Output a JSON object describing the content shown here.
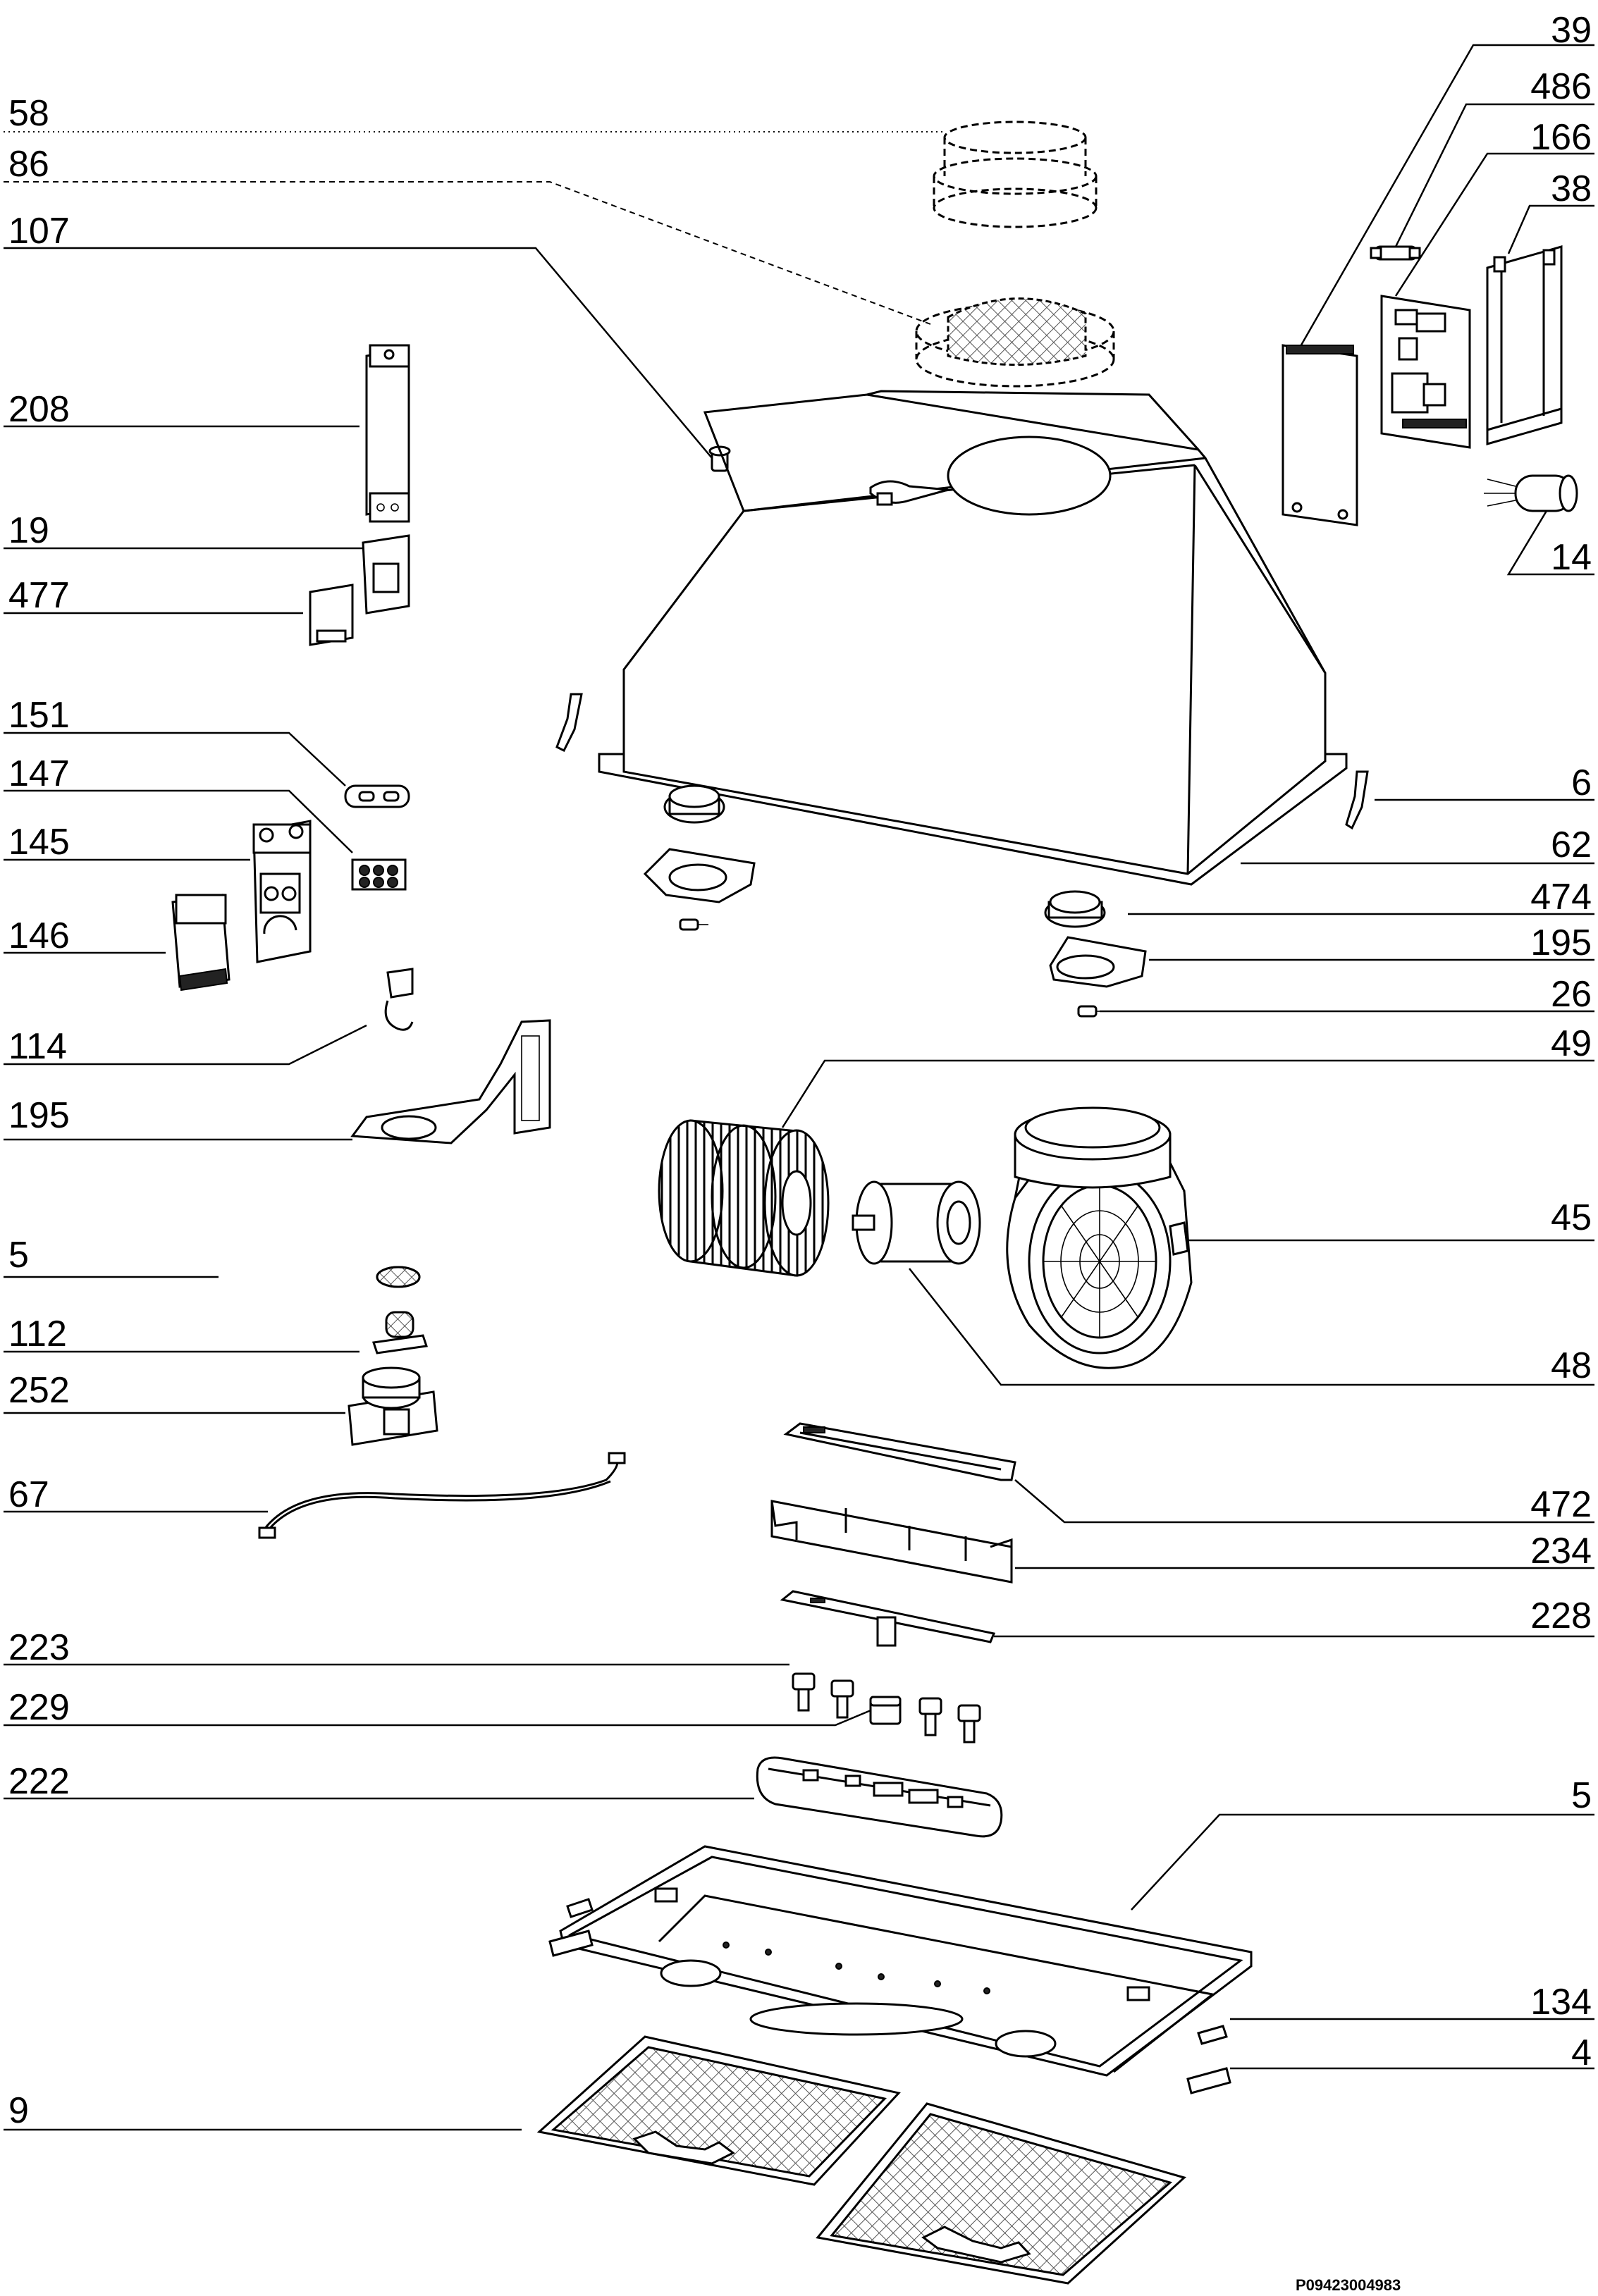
{
  "drawing_code": "P09423004983",
  "labels_left": [
    "58",
    "86",
    "107",
    "208",
    "19",
    "477",
    "151",
    "147",
    "145",
    "146",
    "114",
    "195",
    "5",
    "112",
    "252",
    "67",
    "223",
    "229",
    "222",
    "9"
  ],
  "labels_right": [
    "39",
    "486",
    "166",
    "38",
    "14",
    "6",
    "62",
    "474",
    "195",
    "26",
    "49",
    "45",
    "48",
    "472",
    "234",
    "228",
    "5",
    "134",
    "4"
  ]
}
